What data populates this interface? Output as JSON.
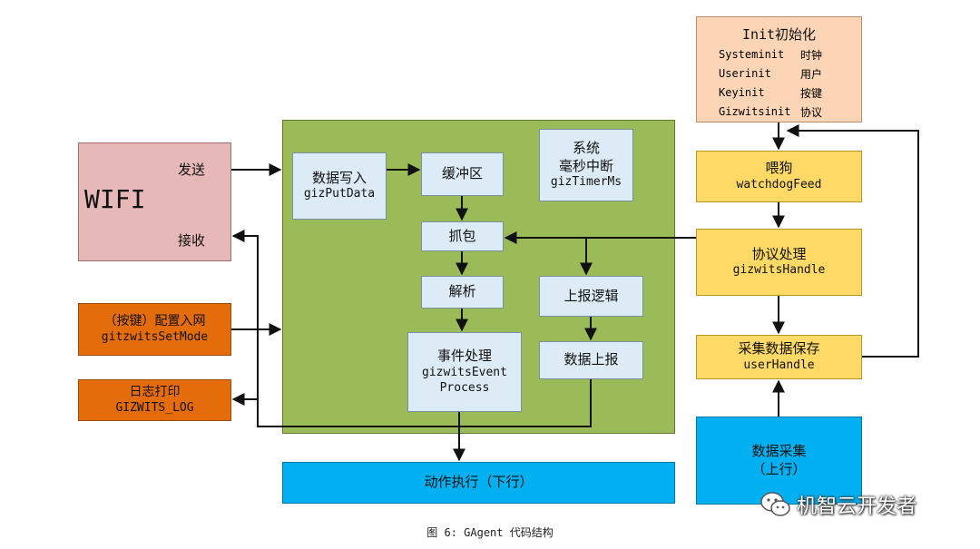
{
  "wifi": {
    "title": "WIFI",
    "send": "发送",
    "receive": "接收"
  },
  "config_box": {
    "line1": "（按键）配置入网",
    "line2": "gitzwitsSetMode"
  },
  "log_box": {
    "line1": "日志打印",
    "line2": "GIZWITS_LOG"
  },
  "put_data": {
    "line1": "数据写入",
    "line2": "gizPutData"
  },
  "buffer": {
    "label": "缓冲区"
  },
  "timer": {
    "line1": "系统",
    "line2": "毫秒中断",
    "line3": "gizTimerMs"
  },
  "capture": {
    "label": "抓包"
  },
  "parse": {
    "label": "解析"
  },
  "report_logic": {
    "label": "上报逻辑"
  },
  "event": {
    "line1": "事件处理",
    "line2": "gizwitsEvent",
    "line3": "Process"
  },
  "report_data": {
    "label": "数据上报"
  },
  "action": {
    "label": "动作执行（下行）"
  },
  "init": {
    "title": "Init初始化",
    "rows": [
      {
        "func": "Systeminit",
        "desc": "时钟"
      },
      {
        "func": "Userinit",
        "desc": "用户"
      },
      {
        "func": "Keyinit",
        "desc": "按键"
      },
      {
        "func": "Gizwitsinit",
        "desc": "协议"
      }
    ]
  },
  "watchdog": {
    "line1": "喂狗",
    "line2": "watchdogFeed"
  },
  "protocol": {
    "line1": "协议处理",
    "line2": "gizwitsHandle"
  },
  "collect_save": {
    "line1": "采集数据保存",
    "line2": "userHandle"
  },
  "data_collect": {
    "line1": "数据采集",
    "line2": "（上行）"
  },
  "caption": "图 6: GAgent 代码结构",
  "watermark": "机智云开发者"
}
